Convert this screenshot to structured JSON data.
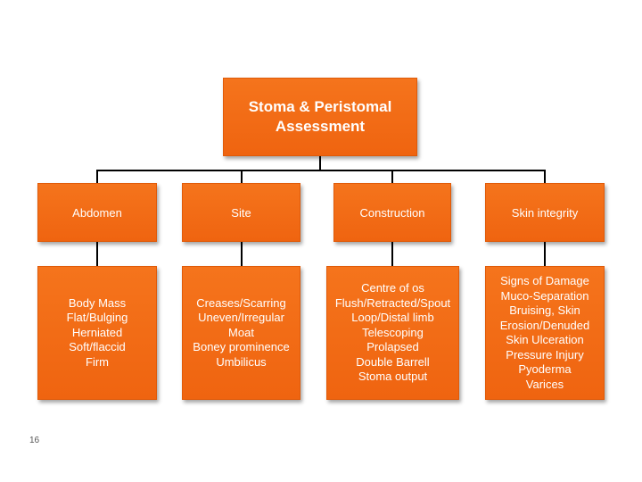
{
  "root": {
    "title": "Stoma & Peristomal Assessment"
  },
  "categories": [
    "Abdomen",
    "Site",
    "Construction",
    "Skin integrity"
  ],
  "details": [
    [
      "Body Mass",
      "Flat/Bulging",
      "Herniated",
      "Soft/flaccid",
      "Firm"
    ],
    [
      "Creases/Scarring",
      "Uneven/Irregular",
      "Moat",
      "Boney prominence",
      "Umbilicus"
    ],
    [
      "Centre of os",
      "Flush/Retracted/Spout",
      "Loop/Distal limb",
      "Telescoping",
      "Prolapsed",
      "Double Barrell",
      "Stoma output"
    ],
    [
      "Signs of Damage",
      "Muco-Separation",
      "Bruising, Skin",
      "Erosion/Denuded",
      "Skin Ulceration",
      "Pressure Injury",
      "Pyoderma",
      "Varices"
    ]
  ],
  "page_number": "16",
  "colors": {
    "box_fill": "#f26b15",
    "connector": "#000000",
    "text": "#ffffff"
  }
}
